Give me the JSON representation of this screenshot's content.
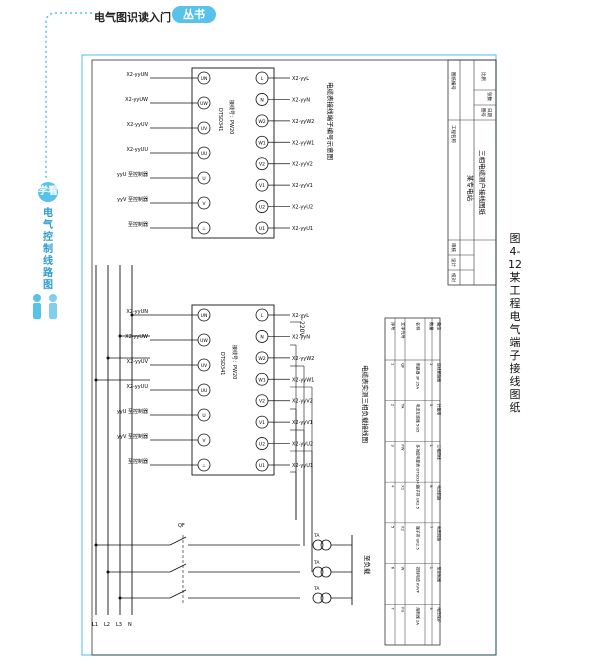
{
  "header": {
    "series_title": "电气图识读入门",
    "badge": "丛书"
  },
  "sidebar": {
    "badge": "学看",
    "title": "电气控制线路图"
  },
  "top_block": {
    "title": "电缆表接线端子编号示意图",
    "model": "接线号：PW20",
    "code": "DTSD341",
    "left_terminals": [
      {
        "label": "X2-yyUN",
        "pin": "UN"
      },
      {
        "label": "X2-yyUW",
        "pin": "UW"
      },
      {
        "label": "X2-yyUV",
        "pin": "UV"
      },
      {
        "label": "X2-yyUU",
        "pin": "UU"
      },
      {
        "label": "yyU 至控制器",
        "pin": "U"
      },
      {
        "label": "yyV 至控制器",
        "pin": "V"
      },
      {
        "label": "至控制器",
        "pin": "⊥"
      }
    ],
    "right_terminals": [
      {
        "pin": "L",
        "label": "X2-yyL"
      },
      {
        "pin": "N",
        "label": "X2-yyN"
      },
      {
        "pin": "W2",
        "label": "X2-yyW2"
      },
      {
        "pin": "W1",
        "label": "X2-yyW1"
      },
      {
        "pin": "V2",
        "label": "X2-yyV2"
      },
      {
        "pin": "V1",
        "label": "X2-yyV1"
      },
      {
        "pin": "U2",
        "label": "X2-yyU2"
      },
      {
        "pin": "U1",
        "label": "X2-yyU1"
      }
    ]
  },
  "bottom_block": {
    "title": "电缆表实测三相负载接线图",
    "model": "接线号：PW20",
    "code": "DTSD341",
    "voltage": "~220V",
    "load_label": "至负载",
    "bus_labels": [
      "L1",
      "L2",
      "L3",
      "N"
    ],
    "ct_label": "TA",
    "breaker_label": "QF",
    "left_terminals": [
      {
        "label": "X2-yyUN",
        "pin": "UN"
      },
      {
        "label": "X2-yyUW",
        "pin": "UW"
      },
      {
        "label": "X2-yyUV",
        "pin": "UV"
      },
      {
        "label": "X2-yyUU",
        "pin": "UU"
      },
      {
        "label": "yyU 至控制器",
        "pin": "U"
      },
      {
        "label": "yyV 至控制器",
        "pin": "V"
      },
      {
        "label": "至控制器",
        "pin": "⊥"
      }
    ],
    "right_terminals": [
      {
        "pin": "L",
        "label": "X2-yyL"
      },
      {
        "pin": "N",
        "label": "X2-yyN"
      },
      {
        "pin": "W2",
        "label": "X2-yyW2"
      },
      {
        "pin": "W1",
        "label": "X2-yyW1"
      },
      {
        "pin": "V2",
        "label": "X2-yyV2"
      },
      {
        "pin": "V1",
        "label": "X2-yyV1"
      },
      {
        "pin": "U2",
        "label": "X2-yyU2"
      },
      {
        "pin": "U1",
        "label": "X2-yyU1"
      }
    ]
  },
  "title_block": {
    "project": "某专电站",
    "drawing": "三相电缆测户接线图纸",
    "left_cells": [
      "审核",
      "设计",
      "校对"
    ],
    "right_cells": [
      "工程名称",
      "图号",
      "日期"
    ],
    "top_cells": [
      "图纸编号",
      "比例",
      "张数"
    ]
  },
  "legend_table": {
    "headers": [
      "序号",
      "文字代号",
      "名称",
      "数量",
      "备注"
    ],
    "rows": [
      {
        "code": "QF",
        "name": "断路器 3P 25A",
        "qty": "1",
        "note": "进线断路器"
      },
      {
        "code": "TA",
        "name": "电流互感器 50/5",
        "qty": "3",
        "note": "计量用"
      },
      {
        "code": "PW",
        "name": "多功能电能表 DTSD341",
        "qty": "1",
        "note": "三相四线"
      },
      {
        "code": "X1",
        "name": "端子排 UK2.5",
        "qty": "8",
        "note": "电流回路"
      },
      {
        "code": "X2",
        "name": "端子排 UK2.5",
        "qty": "7",
        "note": "电压回路"
      },
      {
        "code": "W",
        "name": "控制电缆 KVVP",
        "qty": "1",
        "note": "至控制器"
      },
      {
        "code": "FU",
        "name": "熔断器 2A",
        "qty": "3",
        "note": "电压保护"
      }
    ]
  },
  "caption": "图4-12 某工程电气端子接线图纸",
  "colors": {
    "accent": "#57c2ea",
    "line": "#111111"
  }
}
